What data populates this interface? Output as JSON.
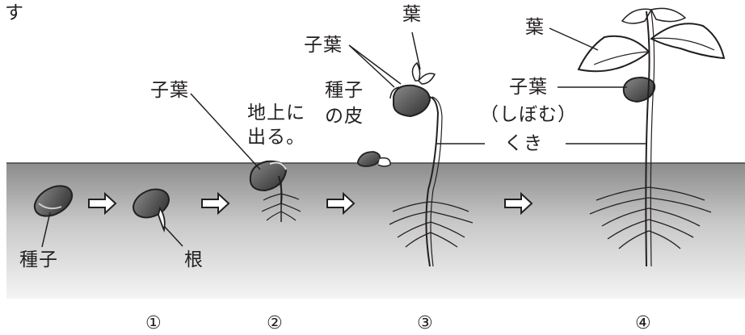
{
  "corner_text": "す",
  "labels": {
    "seed": "種子",
    "root": "根",
    "cotyledon_1": "子葉",
    "above_ground_line1": "地上に",
    "above_ground_line2": "出る。",
    "cotyledon_3": "子葉",
    "leaf_3": "葉",
    "seed_coat_line1": "種子",
    "seed_coat_line2": "の皮",
    "stem": "くき",
    "leaf_4": "葉",
    "cotyledon_4": "子葉",
    "wither": "（しぼむ）"
  },
  "stages": [
    "①",
    "②",
    "③",
    "④"
  ],
  "colors": {
    "soil_top": "#8a8a8a",
    "soil_bottom": "#f2f2f2",
    "line": "#231f20",
    "seed": "#4a4a4a"
  }
}
